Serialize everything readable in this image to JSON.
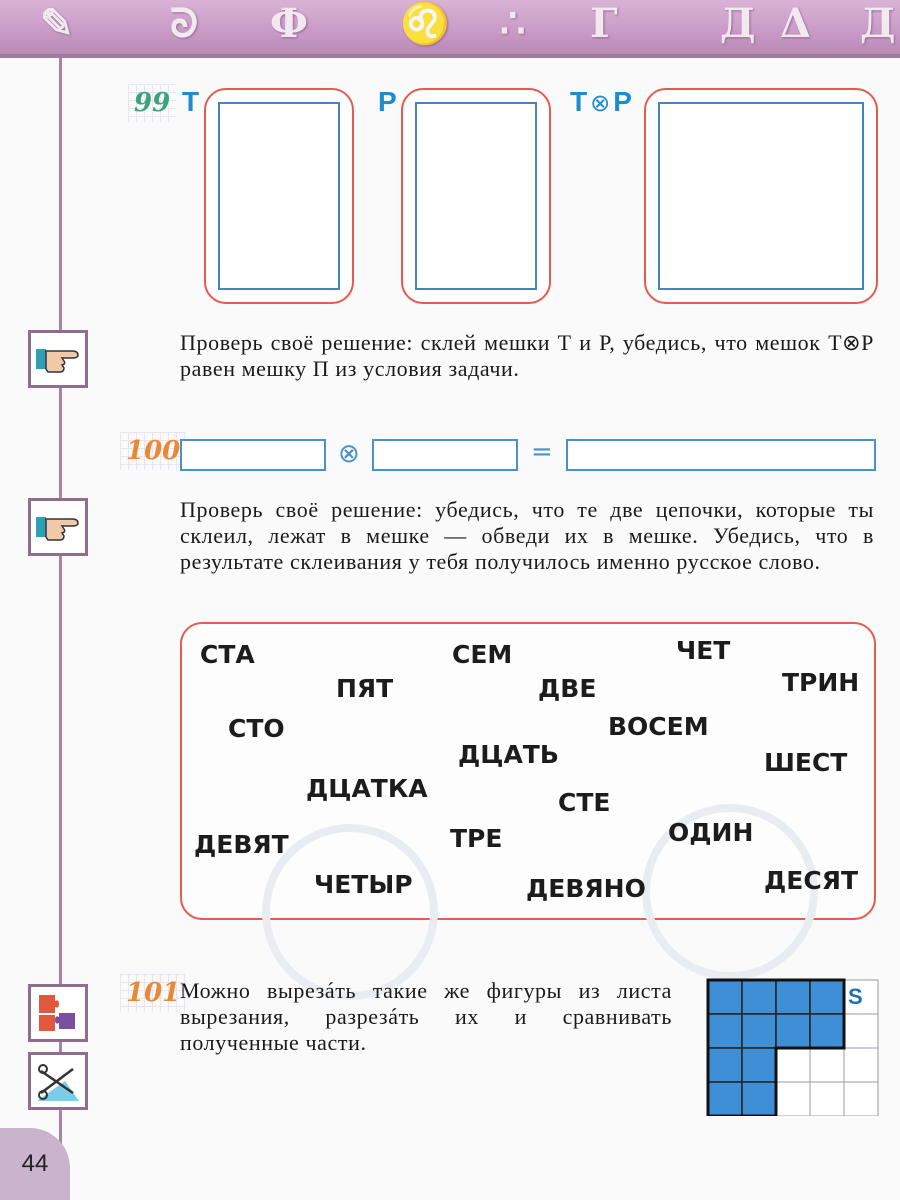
{
  "page_number": "44",
  "tasks": {
    "t99": {
      "number": "99",
      "labels": {
        "t": "Т",
        "p": "Р",
        "tp": "Т",
        "tp2": "Р"
      },
      "check_text": "Проверь своё решение: склей мешки Т и Р, убедись, что мешок Т⊗Р равен мешку П из условия задачи."
    },
    "t100": {
      "number": "100",
      "op_glue": "⊗",
      "op_eq": "=",
      "check_text": "Проверь своё решение: убедись, что те две цепочки, которые ты склеил, лежат в мешке — обведи их в мешке. Убедись, что в результате склеивания у тебя получилось именно русское слово."
    },
    "words": [
      "СТА",
      "СЕМ",
      "ЧЕТ",
      "ПЯТ",
      "ДВЕ",
      "ТРИН",
      "СТО",
      "ДЦАТЬ",
      "ВОСЕМ",
      "ШЕСТ",
      "ДЦАТКА",
      "СТЕ",
      "ДЕВЯТ",
      "ТРЕ",
      "ОДИН",
      "ЧЕТЫР",
      "ДЕВЯНО",
      "ДЕСЯТ"
    ],
    "t101": {
      "number": "101",
      "text": "Можно вырезáть такие же фигуры из листа вырезания, разрезáть их и сравнивать полученные части.",
      "figure_label": "S"
    }
  },
  "colors": {
    "accent_blue": "#1f8bd0",
    "bag_red": "#e45b4f",
    "header_purple": "#c798c4",
    "badge_green": "#3aa37c",
    "badge_orange": "#e8893a"
  }
}
